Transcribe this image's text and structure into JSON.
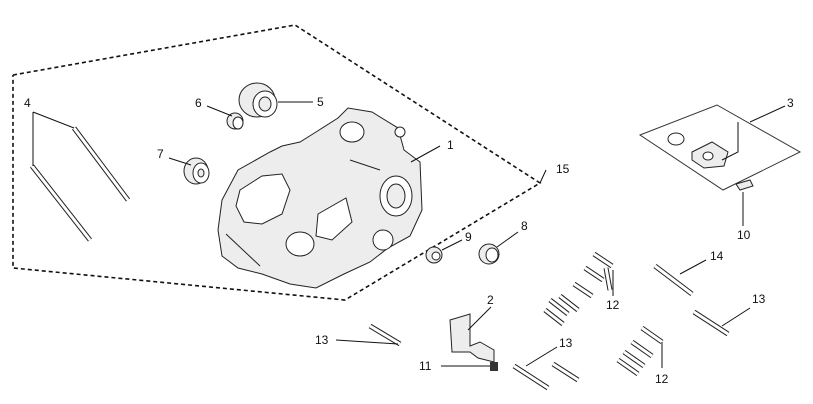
{
  "diagram": {
    "callouts": [
      {
        "id": "c1",
        "text": "1"
      },
      {
        "id": "c2",
        "text": "2"
      },
      {
        "id": "c3",
        "text": "3"
      },
      {
        "id": "c4",
        "text": "4"
      },
      {
        "id": "c5",
        "text": "5"
      },
      {
        "id": "c6",
        "text": "6"
      },
      {
        "id": "c7",
        "text": "7"
      },
      {
        "id": "c8",
        "text": "8"
      },
      {
        "id": "c9",
        "text": "9"
      },
      {
        "id": "c10",
        "text": "10"
      },
      {
        "id": "c11",
        "text": "11"
      },
      {
        "id": "c12a",
        "text": "12"
      },
      {
        "id": "c12b",
        "text": "12"
      },
      {
        "id": "c13a",
        "text": "13"
      },
      {
        "id": "c13b",
        "text": "13"
      },
      {
        "id": "c13c",
        "text": "13"
      },
      {
        "id": "c14",
        "text": "14"
      },
      {
        "id": "c15",
        "text": "15"
      }
    ]
  }
}
